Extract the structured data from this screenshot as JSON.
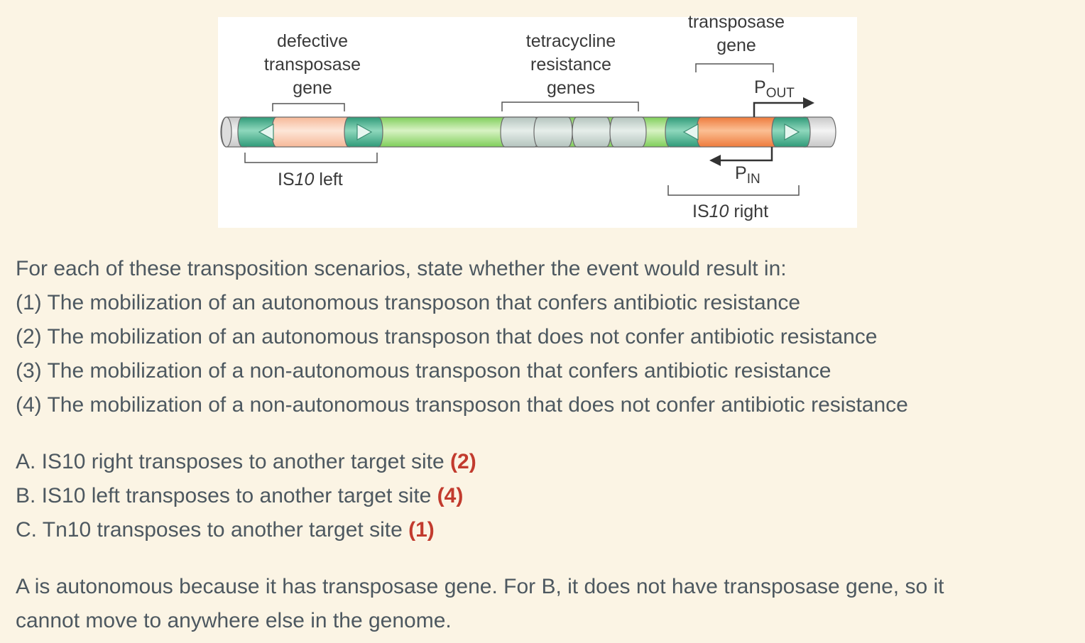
{
  "figure": {
    "labels": {
      "defective_gene": "defective\ntransposase\ngene",
      "tet_genes": "tetracycline\nresistance\ngenes",
      "transposase_gene": "transposase\ngene",
      "pout_main": "P",
      "pout_sub": "OUT",
      "pin_main": "P",
      "pin_sub": "IN",
      "is10_left_prefix": "IS",
      "is10_left_num": "10",
      "is10_left_suffix": " left",
      "is10_right_prefix": "IS",
      "is10_right_num": "10",
      "is10_right_suffix": " right"
    },
    "colors": {
      "ir_green": "#3fae8c",
      "backbone_green": "#9fdc7a",
      "defective_orange": "#f9cdb4",
      "active_orange": "#f4934f",
      "tet_gray": "#c9d6d1",
      "end_gray": "#e0e0e0"
    }
  },
  "question": {
    "intro": "For each of these transposition scenarios, state whether the event would result in:",
    "options": [
      "(1) The mobilization of an autonomous transposon that confers antibiotic resistance",
      "(2) The mobilization of an autonomous transposon that does not confer antibiotic resistance",
      "(3) The mobilization of a non-autonomous transposon that confers antibiotic resistance",
      "(4) The mobilization of a non-autonomous transposon that does not confer antibiotic resistance"
    ]
  },
  "scenarios": [
    {
      "text": "A. IS10 right transposes to another target site ",
      "answer": "(2)"
    },
    {
      "text": "B. IS10 left transposes to another target site ",
      "answer": "(4)"
    },
    {
      "text": "C. Tn10 transposes to another target site ",
      "answer": "(1)"
    }
  ],
  "explanation": {
    "line1": "A is autonomous because it has transposase gene. For B, it does not have transposase gene, so it",
    "line2": "cannot move to anywhere else in the genome."
  }
}
